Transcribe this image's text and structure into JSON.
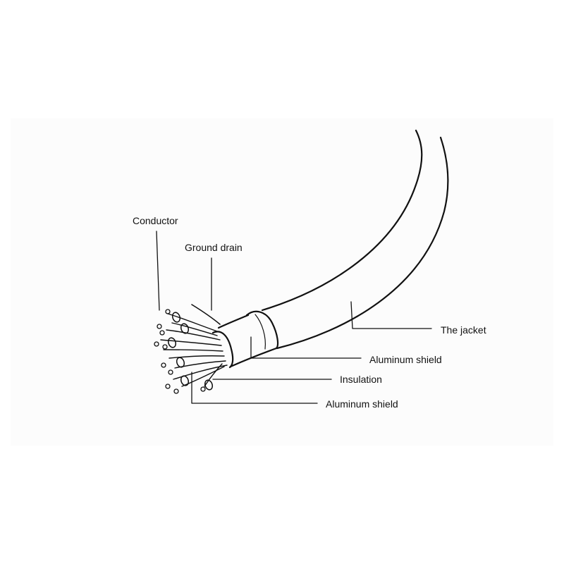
{
  "colors": {
    "ink": "#111111",
    "background": "#ffffff",
    "panel": "#fcfcfc"
  },
  "labels": {
    "conductor": "Conductor",
    "ground_drain": "Ground drain",
    "jacket": "The jacket",
    "aluminum_shield_outer": "Aluminum shield",
    "insulation": "Insulation",
    "aluminum_shield_inner": "Aluminum shield"
  }
}
